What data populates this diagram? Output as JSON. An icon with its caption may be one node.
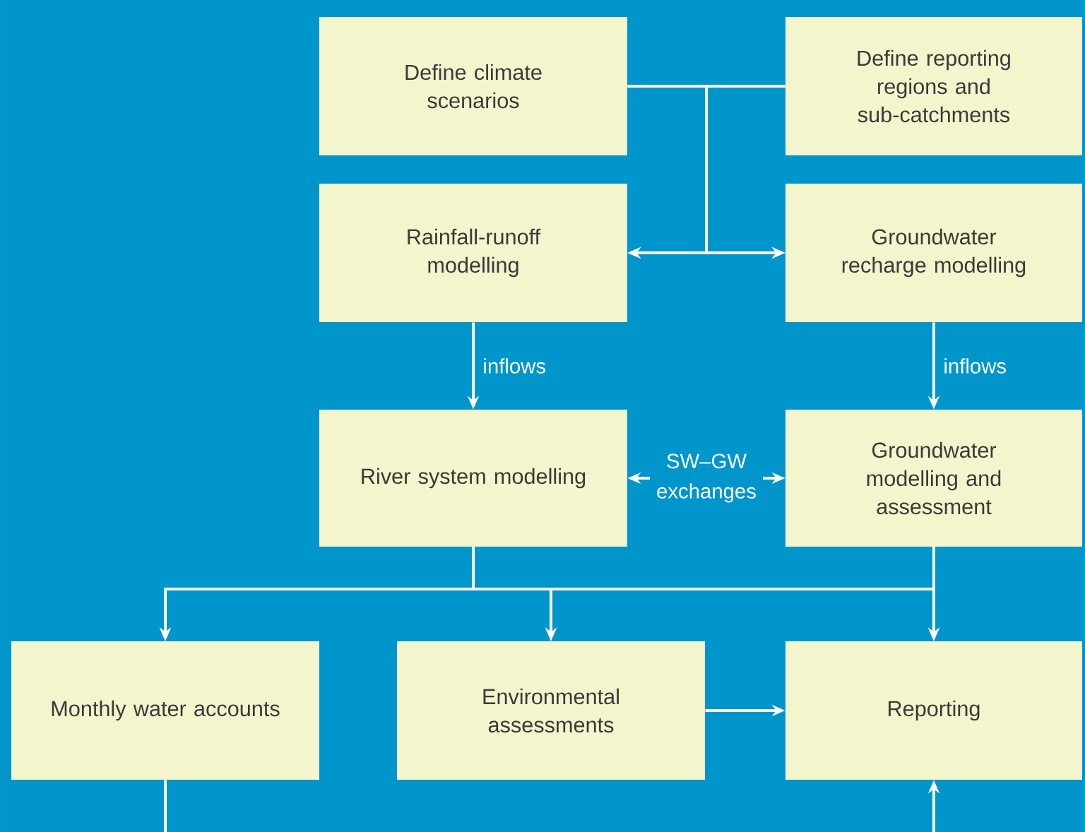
{
  "diagram": {
    "nodes": [
      {
        "text": [
          "Define climate scenarios"
        ]
      },
      {
        "text": [
          "Define reporting regions and sub-catchments"
        ]
      },
      {
        "text": [
          "Rainfall-runoff modelling"
        ]
      },
      {
        "text": [
          "Groundwater recharge modelling"
        ]
      },
      {
        "text": [
          "River system modelling"
        ]
      },
      {
        "text": [
          "Groundwater modelling and assessment"
        ]
      },
      {
        "text": [
          "Monthly water accounts"
        ]
      },
      {
        "text": [
          "Environmental assessments"
        ]
      },
      {
        "text": [
          "Reporting"
        ]
      }
    ],
    "edges": [
      {
        "from": 0,
        "to": 2,
        "arrow": "to"
      },
      {
        "from": 0,
        "to": 3,
        "arrow": "to"
      },
      {
        "from": 1,
        "to": 2,
        "arrow": "to"
      },
      {
        "from": 1,
        "to": 3,
        "arrow": "to"
      },
      {
        "from": 2,
        "to": 4,
        "arrow": "to",
        "label": "inflows"
      },
      {
        "from": 3,
        "to": 5,
        "arrow": "to",
        "label": "inflows"
      },
      {
        "from": 4,
        "to": 5,
        "arrow": "both",
        "label": "SW–GW exchanges"
      },
      {
        "from": 4,
        "to": 6,
        "arrow": "to"
      },
      {
        "from": 4,
        "to": 7,
        "arrow": "to"
      },
      {
        "from": 4,
        "to": 8,
        "arrow": "to"
      },
      {
        "from": 5,
        "to": 6,
        "arrow": "to"
      },
      {
        "from": 5,
        "to": 7,
        "arrow": "to"
      },
      {
        "from": 5,
        "to": 8,
        "arrow": "to"
      },
      {
        "from": 7,
        "to": 8,
        "arrow": "to"
      },
      {
        "from": 6,
        "to": null,
        "arrow": "none"
      },
      {
        "from": null,
        "to": 8,
        "arrow": "to"
      }
    ]
  }
}
